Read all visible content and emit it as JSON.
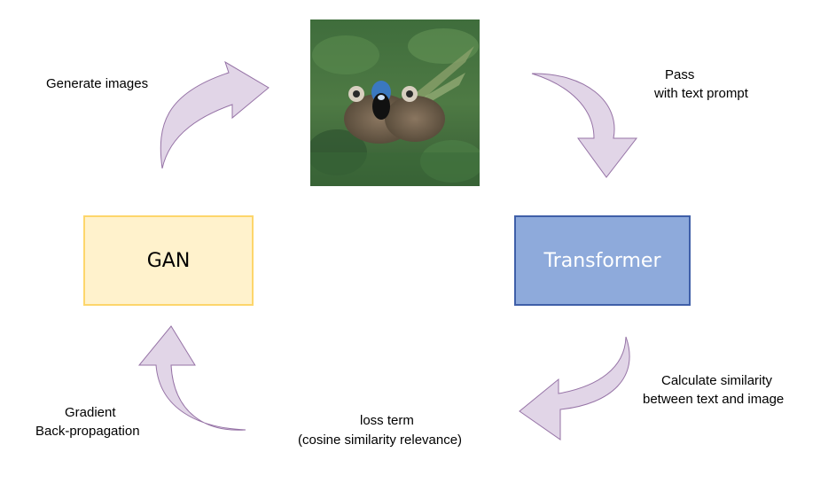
{
  "nodes": {
    "gan": "GAN",
    "transformer": "Transformer"
  },
  "edges": {
    "generate": "Generate images",
    "pass_line1": "Pass",
    "pass_line2": "with text prompt",
    "similarity_line1": "Calculate similarity",
    "similarity_line2": "between text and image",
    "loss_line1": "loss term",
    "loss_line2": "(cosine similarity relevance)",
    "gradient_line1": "Gradient",
    "gradient_line2": "Back-propagation"
  },
  "colors": {
    "arrow_fill": "#e1d5e7",
    "arrow_stroke": "#9673a6",
    "gan_fill": "#fff2cc",
    "gan_border": "#fdd66b",
    "transformer_fill": "#8eaadb",
    "transformer_border": "#3f5fa8"
  }
}
